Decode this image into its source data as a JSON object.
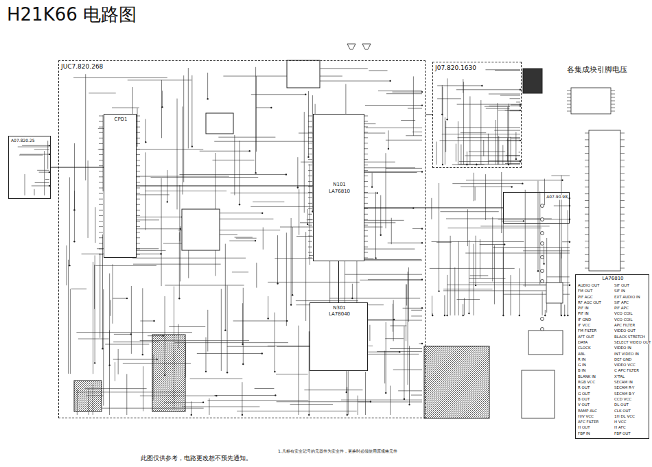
{
  "diagram": {
    "title": "H21K66 电路图",
    "caption": "此图仅供参考，电路更改恕不预先通知。",
    "nodes": [
      {
        "text": [
          "JUC7.820.268"
        ]
      },
      {
        "text": [
          "CPD1"
        ],
        "in": 0
      },
      {
        "text": [
          "N101",
          "LA76810"
        ],
        "in": 0
      },
      {
        "text": [
          "N301",
          "LA78040"
        ],
        "in": 0
      },
      {
        "text": [
          "J07.820.1630"
        ]
      },
      {
        "text": [
          "A07.820.25"
        ]
      },
      {
        "text": [
          "A07.90.98"
        ]
      },
      {
        "text": [
          "LA76810",
          "AUDIO OUT",
          "FM OUT",
          "PIF AGC",
          "RF AGC OUT",
          "PIF IN",
          "PIF IN",
          "IF GND",
          "IF VCC",
          "FM FILTER",
          "AFT OUT",
          "DATA",
          "CLOCK",
          "ABL",
          "R IN",
          "G IN",
          "B IN",
          "BLANK IN",
          "RGB VCC",
          "R OUT",
          "G OUT",
          "B OUT",
          "V OUT",
          "RAMP ALC",
          "H/V VCC",
          "AFC FILTER",
          "H OUT",
          "FBP IN",
          "SIF OUT",
          "SIF IN",
          "EXT AUDIO IN",
          "SIF APC",
          "PIF APC",
          "VCO COIL",
          "VCO COIL",
          "APC FILTER",
          "VIDEO OUT",
          "BLACK STRETCH",
          "SELECT VIDEO OUT",
          "VIDEO IN",
          "INT VIDEO IN",
          "DEF GND",
          "VIDEO VCC",
          "C APC FILTER",
          "X'TAL",
          "SECAM IN",
          "SECAM R-Y",
          "SECAM B-Y",
          "CCD VCC",
          "DL OUT",
          "CLK OUT",
          "1H DL VCC",
          "H VCC",
          "H AFC",
          "FBP OUT"
        ]
      }
    ],
    "edges": [
      {
        "from": 5,
        "to": 1,
        "arrow": "none"
      },
      {
        "from": 1,
        "to": 2,
        "arrow": "none"
      },
      {
        "from": 2,
        "to": 3,
        "arrow": "none"
      },
      {
        "from": 0,
        "to": 4,
        "arrow": "none"
      },
      {
        "from": 2,
        "to": 6,
        "arrow": "none"
      }
    ],
    "labels": [
      "各集成块引脚电压",
      "1.凡标有安全记号的元器件为安全件，更换时必须使用原规格元件"
    ]
  }
}
